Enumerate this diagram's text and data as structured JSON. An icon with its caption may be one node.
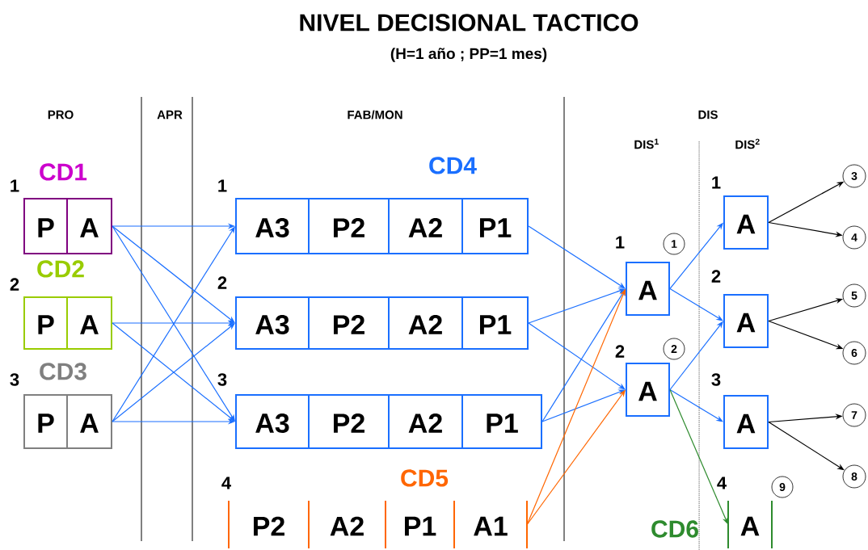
{
  "diagram": {
    "title": "NIVEL DECISIONAL TACTICO",
    "caption": "(H=1 año ; PP=1 mes)",
    "nodes": [
      {
        "text": [
          "P",
          "A"
        ],
        "beside": [
          "1",
          "CD1"
        ]
      },
      {
        "text": [
          "P",
          "A"
        ],
        "beside": [
          "2",
          "CD2"
        ]
      },
      {
        "text": [
          "P",
          "A"
        ],
        "beside": [
          "3",
          "CD3"
        ]
      },
      {
        "text": [
          "A3",
          "P2",
          "A2",
          "P1"
        ],
        "beside": [
          "1"
        ]
      },
      {
        "text": [
          "A3",
          "P2",
          "A2",
          "P1"
        ],
        "beside": [
          "2"
        ]
      },
      {
        "text": [
          "A3",
          "P2",
          "A2",
          "P1"
        ],
        "beside": [
          "3"
        ]
      },
      {
        "text": [
          "P2",
          "A2",
          "P1",
          "A1"
        ],
        "beside": [
          "4"
        ]
      },
      {
        "text": [
          "A"
        ],
        "beside": [
          "1"
        ]
      },
      {
        "text": [
          "1"
        ]
      },
      {
        "text": [
          "A"
        ],
        "beside": [
          "2"
        ]
      },
      {
        "text": [
          "2"
        ]
      },
      {
        "text": [
          "A"
        ],
        "beside": [
          "1"
        ]
      },
      {
        "text": [
          "A"
        ],
        "beside": [
          "2"
        ]
      },
      {
        "text": [
          "A"
        ],
        "beside": [
          "3"
        ]
      },
      {
        "text": [
          "A"
        ],
        "beside": [
          "4"
        ]
      },
      {
        "text": [
          "9"
        ]
      },
      {
        "text": [
          "3"
        ]
      },
      {
        "text": [
          "4"
        ]
      },
      {
        "text": [
          "5"
        ]
      },
      {
        "text": [
          "6"
        ]
      },
      {
        "text": [
          "7"
        ]
      },
      {
        "text": [
          "8"
        ]
      }
    ],
    "edges": [
      {
        "from": 0,
        "to": 3,
        "arrow": "to"
      },
      {
        "from": 0,
        "to": 4,
        "arrow": "to"
      },
      {
        "from": 0,
        "to": 5,
        "arrow": "to"
      },
      {
        "from": 1,
        "to": 4,
        "arrow": "to"
      },
      {
        "from": 1,
        "to": 5,
        "arrow": "to"
      },
      {
        "from": 2,
        "to": 3,
        "arrow": "to"
      },
      {
        "from": 2,
        "to": 4,
        "arrow": "to"
      },
      {
        "from": 2,
        "to": 5,
        "arrow": "to"
      },
      {
        "from": 3,
        "to": 7,
        "arrow": "to"
      },
      {
        "from": 4,
        "to": 7,
        "arrow": "to"
      },
      {
        "from": 4,
        "to": 9,
        "arrow": "to"
      },
      {
        "from": 5,
        "to": 7,
        "arrow": "to"
      },
      {
        "from": 5,
        "to": 9,
        "arrow": "to"
      },
      {
        "from": 6,
        "to": 7,
        "arrow": "to",
        "color": "#ff6600"
      },
      {
        "from": 6,
        "to": 9,
        "arrow": "to",
        "color": "#ff6600"
      },
      {
        "from": 7,
        "to": 11,
        "arrow": "to"
      },
      {
        "from": 7,
        "to": 12,
        "arrow": "to"
      },
      {
        "from": 9,
        "to": 12,
        "arrow": "to"
      },
      {
        "from": 9,
        "to": 13,
        "arrow": "to"
      },
      {
        "from": 9,
        "to": 14,
        "arrow": "to",
        "color": "#2e8b2e"
      },
      {
        "from": 11,
        "to": 16,
        "arrow": "to",
        "color": "#000000"
      },
      {
        "from": 11,
        "to": 17,
        "arrow": "to",
        "color": "#000000"
      },
      {
        "from": 12,
        "to": 18,
        "arrow": "to",
        "color": "#000000"
      },
      {
        "from": 12,
        "to": 19,
        "arrow": "to",
        "color": "#000000"
      },
      {
        "from": 13,
        "to": 20,
        "arrow": "to",
        "color": "#000000"
      },
      {
        "from": 13,
        "to": 21,
        "arrow": "to",
        "color": "#000000"
      }
    ],
    "labels": [
      "PRO",
      "APR",
      "FAB/MON",
      "DIS",
      "DIS$^{1}$",
      "DIS$^{2}$",
      "CD4",
      "CD5",
      "CD6"
    ]
  }
}
